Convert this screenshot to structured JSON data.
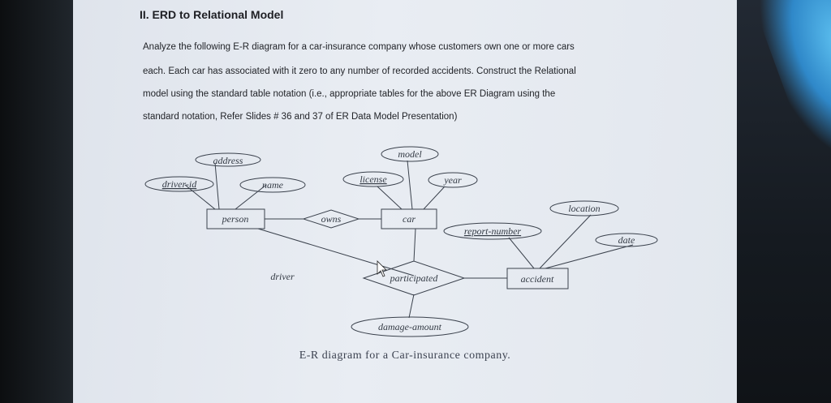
{
  "document": {
    "heading": "II. ERD to Relational Model",
    "paragraph_lines": [
      "Analyze the following E-R diagram for a car-insurance company whose customers own one or more cars",
      "each. Each car has associated with it zero to any number of recorded accidents. Construct the Relational",
      "model using the standard table notation (i.e., appropriate tables for the above ER Diagram using the",
      "standard notation, Refer Slides # 36 and 37 of ER Data Model Presentation)"
    ]
  },
  "diagram": {
    "entities": {
      "person": "person",
      "car": "car",
      "accident": "accident"
    },
    "relationships": {
      "owns": "owns",
      "participated": "participated"
    },
    "attributes": {
      "address": "address",
      "driver_id": "driver-id",
      "name": "name",
      "license": "license",
      "model": "model",
      "year": "year",
      "location": "location",
      "report_number": "report-number",
      "date": "date",
      "damage_amount": "damage-amount"
    },
    "role_label": "driver",
    "caption": "E-R diagram for a Car-insurance company."
  },
  "colors": {
    "page": "#e6eaf0",
    "text": "#1f2126",
    "diagram_ink": "#333a44",
    "screen_glare": "#3fa6e3"
  }
}
